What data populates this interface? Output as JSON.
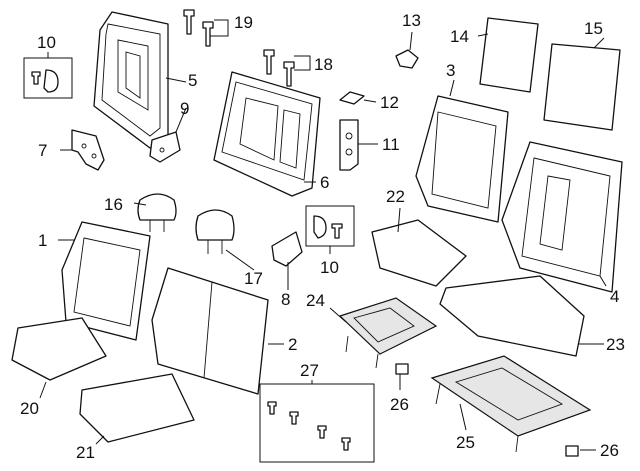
{
  "callouts": {
    "c1": "1",
    "c2": "2",
    "c3": "3",
    "c4": "4",
    "c5": "5",
    "c6": "6",
    "c7": "7",
    "c8": "8",
    "c9": "9",
    "c10a": "10",
    "c10b": "10",
    "c11": "11",
    "c12": "12",
    "c13": "13",
    "c14": "14",
    "c15": "15",
    "c16": "16",
    "c17": "17",
    "c18": "18",
    "c19": "19",
    "c20": "20",
    "c21": "21",
    "c22": "22",
    "c23": "23",
    "c24": "24",
    "c25": "25",
    "c26a": "26",
    "c26b": "26",
    "c27": "27"
  },
  "colors": {
    "line": "#111111",
    "background": "#ffffff",
    "frame_fill": "#e6e6e6"
  }
}
